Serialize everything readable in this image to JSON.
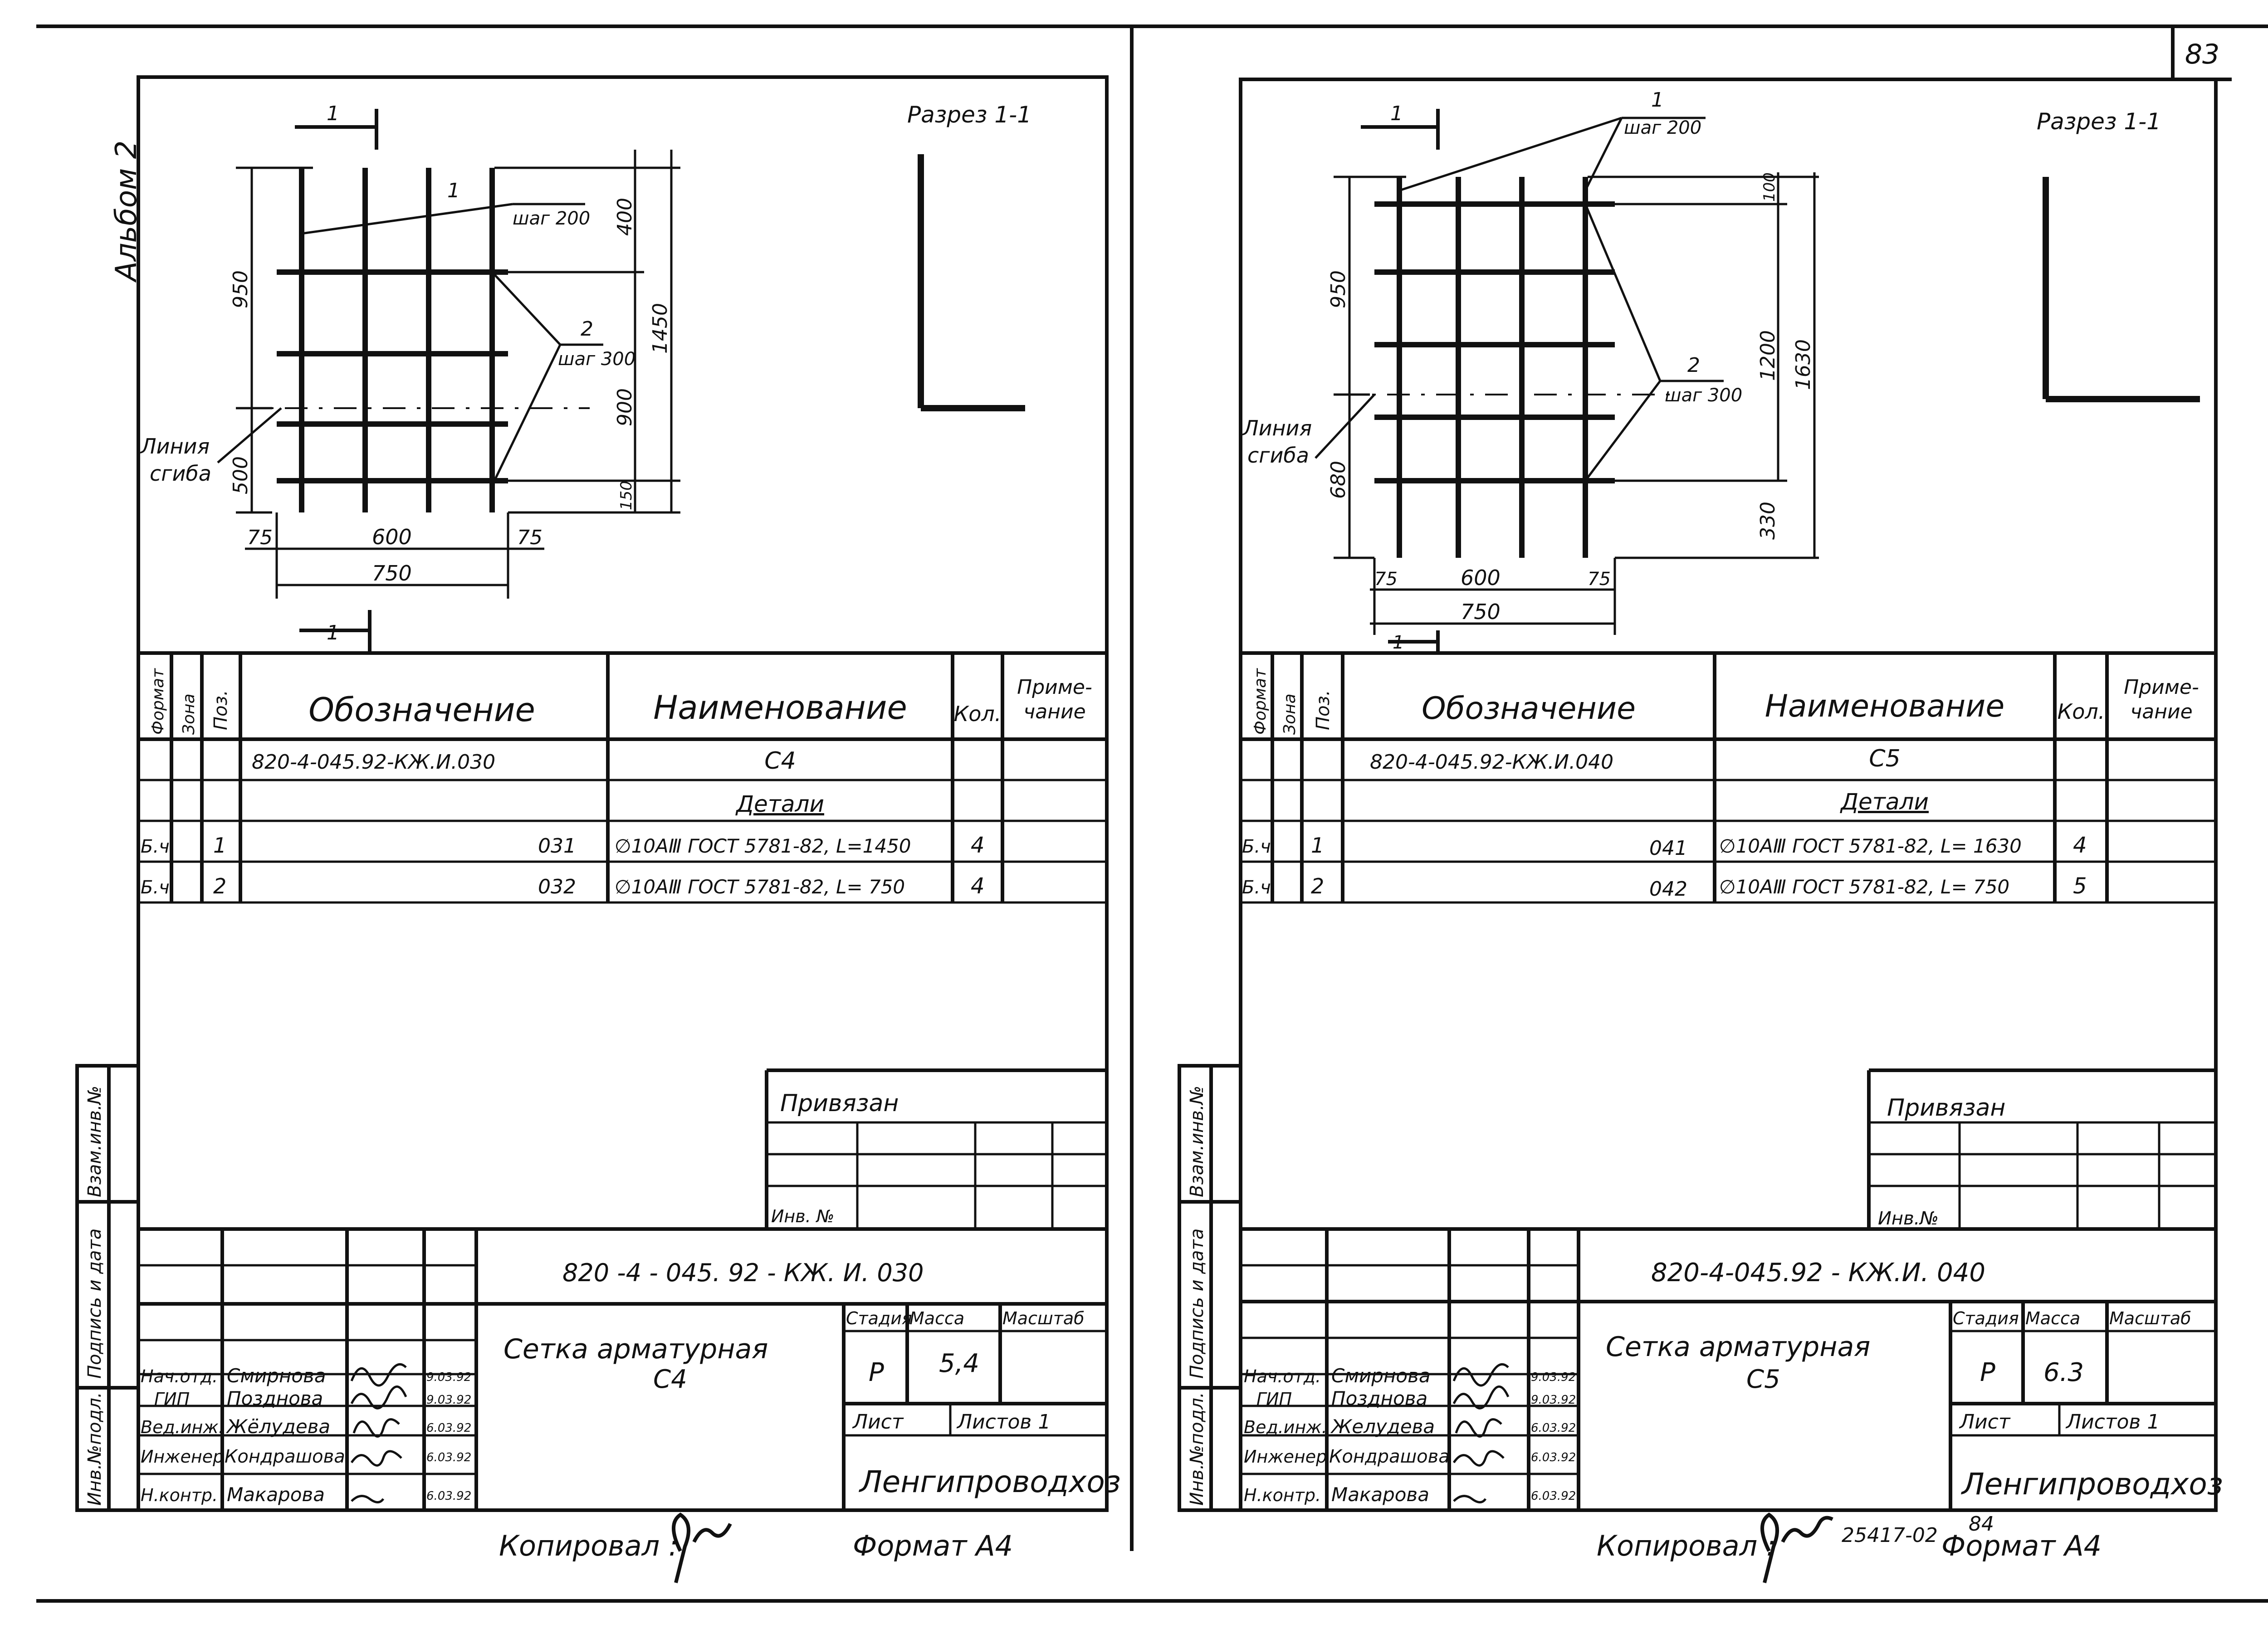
{
  "page_number": "83",
  "left_margin_label": "Альбом 2",
  "copied": "Копировал :",
  "format": "Формат А4",
  "footer_ref": "25417-02",
  "footer_ref_sheet": "84",
  "side_stamp": [
    "Инв.№подл.",
    "Подпись и дата",
    "Взам.инв.№"
  ],
  "sheets": [
    {
      "section": "Разрез 1-1",
      "cut_mark": "1",
      "dims": {
        "d950": "950",
        "d400": "400",
        "d1450": "1450",
        "d900": "900",
        "d500": "500",
        "d150": "150",
        "d600": "600",
        "d750": "750",
        "d75a": "75",
        "d75b": "75"
      },
      "callout1": {
        "num": "1",
        "step": "шаг 200"
      },
      "callout2": {
        "num": "2",
        "step": "шаг 300"
      },
      "bend_line": [
        "Линия",
        "сгиба"
      ],
      "spec_headers": {
        "format": "Формат",
        "zone": "Зона",
        "pos": "Поз.",
        "designation": "Обозначение",
        "name": "Наименование",
        "qty": "Кол.",
        "note": "Приме-\nчание"
      },
      "spec_rows": [
        {
          "format": "",
          "pos": "",
          "designation": "820-4-045.92-КЖ.И.030",
          "name": "С4",
          "qty": ""
        },
        {
          "format": "",
          "pos": "",
          "designation": "",
          "name": "Детали",
          "qty": ""
        },
        {
          "format": "Б.ч.",
          "pos": "1",
          "designation": "031",
          "name": "∅10АⅢ ГОСТ 5781-82, L=1450",
          "qty": "4"
        },
        {
          "format": "Б.ч.",
          "pos": "2",
          "designation": "032",
          "name": "∅10АⅢ ГОСТ 5781-82, L= 750",
          "qty": "4"
        }
      ],
      "attached": "Привязан",
      "inv_no": "Инв. №",
      "doc_code": "820 -4 - 045. 92 - КЖ. И. 030",
      "title": "Сетка   арматурная",
      "title_mark": "С4",
      "stage_h": "Стадия",
      "mass_h": "Масса",
      "scale_h": "Масштаб",
      "stage": "Р",
      "mass": "5,4",
      "scale": "",
      "sheet_h": "Лист",
      "sheets_h": "Листов  1",
      "org": "Ленгипроводхоз",
      "staff": [
        {
          "role": "Нач.отд.",
          "name": "Смирнова",
          "date": "9.03.92"
        },
        {
          "role": "ГИП",
          "name": "Позднова",
          "date": "9.03.92"
        },
        {
          "role": "Вед.инж.",
          "name": "Жёлудева",
          "date": "6.03.92"
        },
        {
          "role": "Инженер",
          "name": "Кондрашова",
          "date": "6.03.92"
        },
        {
          "role": "Н.контр.",
          "name": "Макарова",
          "date": "6.03.92"
        }
      ]
    },
    {
      "section": "Разрез 1-1",
      "cut_mark": "1",
      "dims": {
        "d950": "950",
        "d100": "100",
        "d1200": "1200",
        "d1630": "1630",
        "d680": "680",
        "d330": "330",
        "d600": "600",
        "d750": "750",
        "d75a": "75",
        "d75b": "75"
      },
      "callout1": {
        "num": "1",
        "step": "шаг 200"
      },
      "callout2": {
        "num": "2",
        "step": "шаг 300"
      },
      "bend_line": [
        "Линия",
        "сгиба"
      ],
      "spec_headers": {
        "format": "Формат",
        "zone": "Зона",
        "pos": "Поз.",
        "designation": "Обозначение",
        "name": "Наименование",
        "qty": "Кол.",
        "note": "Приме-\nчание"
      },
      "spec_rows": [
        {
          "format": "",
          "pos": "",
          "designation": "820-4-045.92-КЖ.И.040",
          "name": "С5",
          "qty": ""
        },
        {
          "format": "",
          "pos": "",
          "designation": "",
          "name": "Детали",
          "qty": ""
        },
        {
          "format": "Б.ч.",
          "pos": "1",
          "designation": "041",
          "name": "∅10АⅢ ГОСТ 5781-82, L= 1630",
          "qty": "4"
        },
        {
          "format": "Б.ч.",
          "pos": "2",
          "designation": "042",
          "name": "∅10АⅢ ГОСТ 5781-82, L= 750",
          "qty": "5"
        }
      ],
      "attached": "Привязан",
      "inv_no": "Инв.№",
      "doc_code": "820-4-045.92 - КЖ.И. 040",
      "title": "Сетка   арматурная",
      "title_mark": "С5",
      "stage_h": "Стадия",
      "mass_h": "Масса",
      "scale_h": "Масштаб",
      "stage": "Р",
      "mass": "6.3",
      "scale": "",
      "sheet_h": "Лист",
      "sheets_h": "Листов 1",
      "org": "Ленгипроводхоз",
      "staff": [
        {
          "role": "Нач.отд.",
          "name": "Смирнова",
          "date": "9.03.92"
        },
        {
          "role": "ГИП",
          "name": "Позднова",
          "date": "9.03.92"
        },
        {
          "role": "Вед.инж.",
          "name": "Желудева",
          "date": "6.03.92"
        },
        {
          "role": "Инженер",
          "name": "Кондрашова",
          "date": "6.03.92"
        },
        {
          "role": "Н.контр.",
          "name": "Макарова",
          "date": "6.03.92"
        }
      ]
    }
  ]
}
